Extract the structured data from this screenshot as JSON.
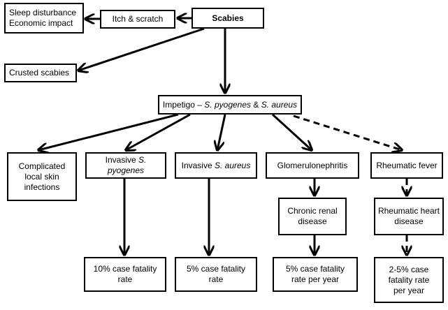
{
  "nodes": {
    "sleep": {
      "lines": [
        "Sleep disturbance",
        "Economic impact"
      ]
    },
    "itch": {
      "text": "Itch & scratch"
    },
    "scabies": {
      "text": "Scabies"
    },
    "crusted": {
      "text": "Crusted scabies"
    },
    "impetigo": {
      "prefix": "Impetigo – ",
      "org1": "S. pyogenes",
      "mid": " & ",
      "org2": "S. aureus"
    },
    "complicated": {
      "lines": [
        "Complicated",
        "local skin",
        "infections"
      ]
    },
    "inv_pyo": {
      "prefix": "Invasive ",
      "org": "S. pyogenes"
    },
    "inv_aur": {
      "prefix": "Invasive ",
      "org": "S. aureus"
    },
    "glom": {
      "text": "Glomerulonephritis"
    },
    "rheum": {
      "text": "Rheumatic fever"
    },
    "ckd": {
      "lines": [
        "Chronic renal",
        "disease"
      ]
    },
    "rhd": {
      "lines": [
        "Rheumatic heart",
        "disease"
      ]
    },
    "cfr10": {
      "lines": [
        "10% case fatality",
        "rate"
      ]
    },
    "cfr5": {
      "lines": [
        "5% case fatality",
        "rate"
      ]
    },
    "cfr5y": {
      "lines": [
        "5% case fatality",
        "rate per year"
      ]
    },
    "cfr25": {
      "lines": [
        "2-5% case",
        "fatality rate",
        "per year"
      ]
    }
  },
  "edges": [
    {
      "from": "scabies",
      "to": "itch",
      "style": "solid"
    },
    {
      "from": "itch",
      "to": "sleep",
      "style": "solid"
    },
    {
      "from": "scabies",
      "to": "crusted",
      "style": "solid"
    },
    {
      "from": "scabies",
      "to": "impetigo",
      "style": "solid"
    },
    {
      "from": "impetigo",
      "to": "complicated",
      "style": "solid"
    },
    {
      "from": "impetigo",
      "to": "inv_pyo",
      "style": "solid"
    },
    {
      "from": "impetigo",
      "to": "inv_aur",
      "style": "solid"
    },
    {
      "from": "impetigo",
      "to": "glom",
      "style": "solid"
    },
    {
      "from": "impetigo",
      "to": "rheum",
      "style": "dashed"
    },
    {
      "from": "inv_pyo",
      "to": "cfr10",
      "style": "solid"
    },
    {
      "from": "inv_aur",
      "to": "cfr5",
      "style": "solid"
    },
    {
      "from": "glom",
      "to": "ckd",
      "style": "solid"
    },
    {
      "from": "ckd",
      "to": "cfr5y",
      "style": "solid"
    },
    {
      "from": "rheum",
      "to": "rhd",
      "style": "dashed"
    },
    {
      "from": "rhd",
      "to": "cfr25",
      "style": "dashed"
    }
  ]
}
